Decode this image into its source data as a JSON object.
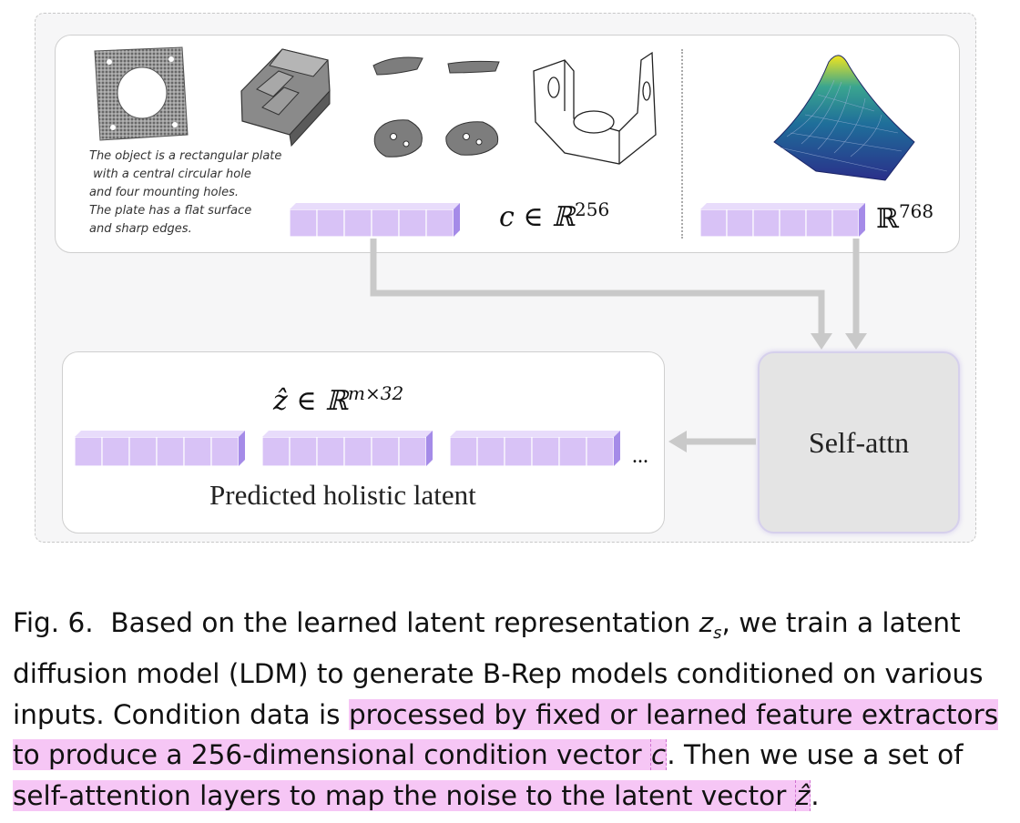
{
  "figure": {
    "condition_text": "The object is a rectangular plate\n with a central circular hole\nand four mounting holes.\nThe plate has a flat surface\nand sharp edges.",
    "condition_dim": "c ∈ ℝ",
    "condition_dim_exp": "256",
    "surface_dim": "ℝ",
    "surface_dim_exp": "768",
    "latent_dim": "ẑ ∈ ℝ",
    "latent_dim_exp": "m×32",
    "ellipsis": "...",
    "latent_label": "Predicted holistic latent",
    "attn_label": "Self-attn"
  },
  "colors": {
    "cube_front": "#d8c2f6",
    "cube_side": "#a58be8",
    "cube_top": "#e8dcfb",
    "arrow": "#c9c9c9",
    "highlight": "#f6c6f5"
  },
  "caption": {
    "prefix": "Fig. 6.",
    "text1": "Based on the learned latent representation ",
    "zs": "z",
    "zs_sub": "s",
    "text2": ", we train a latent diffusion model (LDM) to generate B-Rep models conditioned on various inputs. Condition data is ",
    "hl1": "processed by fixed or learned feature extractors to produce a 256-dimensional condition vector ",
    "c": "c",
    "text3": ". Then we use a set of ",
    "hl2": "self-attention layers to map the noise to the latent vector ",
    "zhat": "ẑ",
    "text4": "."
  }
}
